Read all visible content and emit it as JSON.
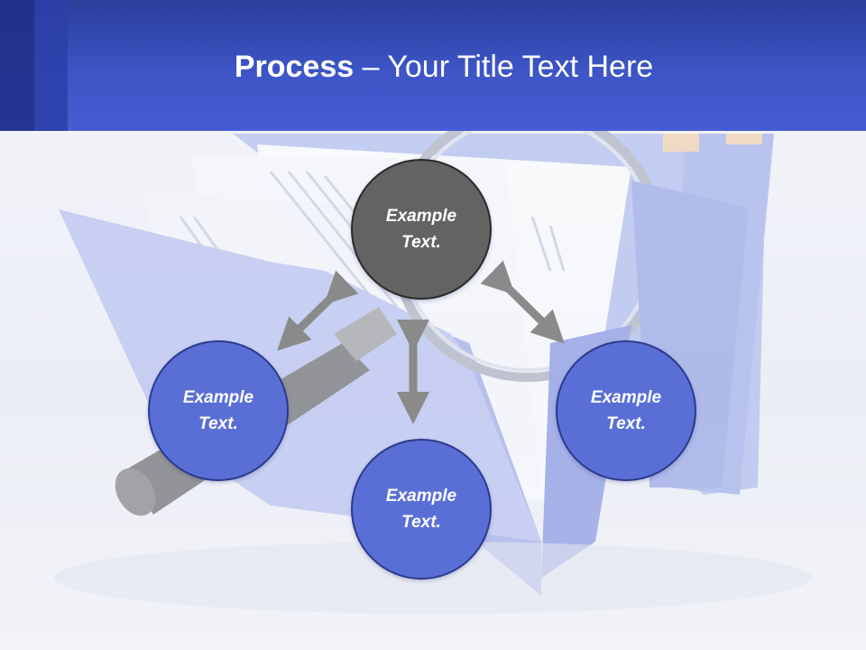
{
  "header": {
    "title_bold": "Process",
    "title_rest": " – Your Title Text Here"
  },
  "diagram": {
    "center_circle": {
      "text": "Example Text."
    },
    "left_circle": {
      "text": "Example Text."
    },
    "bottom_circle": {
      "text": "Example Text."
    },
    "right_circle": {
      "text": "Example Text."
    }
  },
  "colors": {
    "header": "#3d55c6",
    "circle_blue": "#5a6fd6",
    "circle_gray": "#636363",
    "arrow": "#8a8a8a"
  }
}
